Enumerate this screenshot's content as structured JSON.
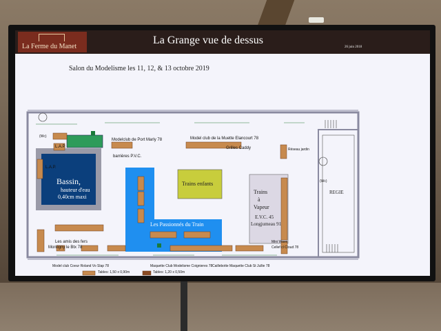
{
  "header": {
    "logo_text": "La Ferme du Manet",
    "title": "La Grange vue de dessus",
    "date": "26 juin 2018"
  },
  "subtitle": "Salon du Modelisme les 11, 12, & 13 octobre 2019",
  "zones": {
    "bassin": "Bassin,",
    "bassin_depth_1": "hauteur d'eau",
    "bassin_depth_2": "0,40cm maxi",
    "trains_enfants": "Trains enfants",
    "passionnes": "Les Passionnés du Train",
    "vapeur_1": "Trains",
    "vapeur_2": "à",
    "vapeur_3": "Vapeur",
    "evc": "E.V.C. 45",
    "longjumeau": "Longjumeau 91",
    "regie": "REGIE",
    "wc_1": "(Wc)",
    "wc_2": "(Wc)"
  },
  "labels": {
    "lap_top": "L.A.P.",
    "lap_side": "L.A.P.",
    "modelclub_port_marly": "Modelclub de Port Marly 78",
    "model_club_muette": "Model club de la Muette Elancourt 78",
    "grilles_caddy": "Grilles Caddy",
    "barrieres_pvc": "barrières P.V.C.",
    "reseau_jardin": "Réseau jardin",
    "amis_fer": "Les amis des fers",
    "montigny": "Montigny le Btx 78",
    "model_club_coeur": "Model club Coeur Roland Vo Slap 78",
    "maquette_club_modelisme": "Maquette Club Modelisme Coignieres 78",
    "caillebotte": "Caillebotte Maquette Club St Jullie 78",
    "mini_wave": "Mini Wave",
    "cellef": "Cellef cl Cloud 78"
  },
  "legend": {
    "table_large": "Tables: 1,50 x 0,90m",
    "table_small": "Tables: 1,20 x 0,50m"
  },
  "colors": {
    "header_bg": "#2a1d1a",
    "blue_zone": "#1f8ff0",
    "pool_dark": "#0b3f7c",
    "yellow_zone": "#c8cd3c",
    "tables": "#c78a4e",
    "walls": "#8a8aa0"
  }
}
